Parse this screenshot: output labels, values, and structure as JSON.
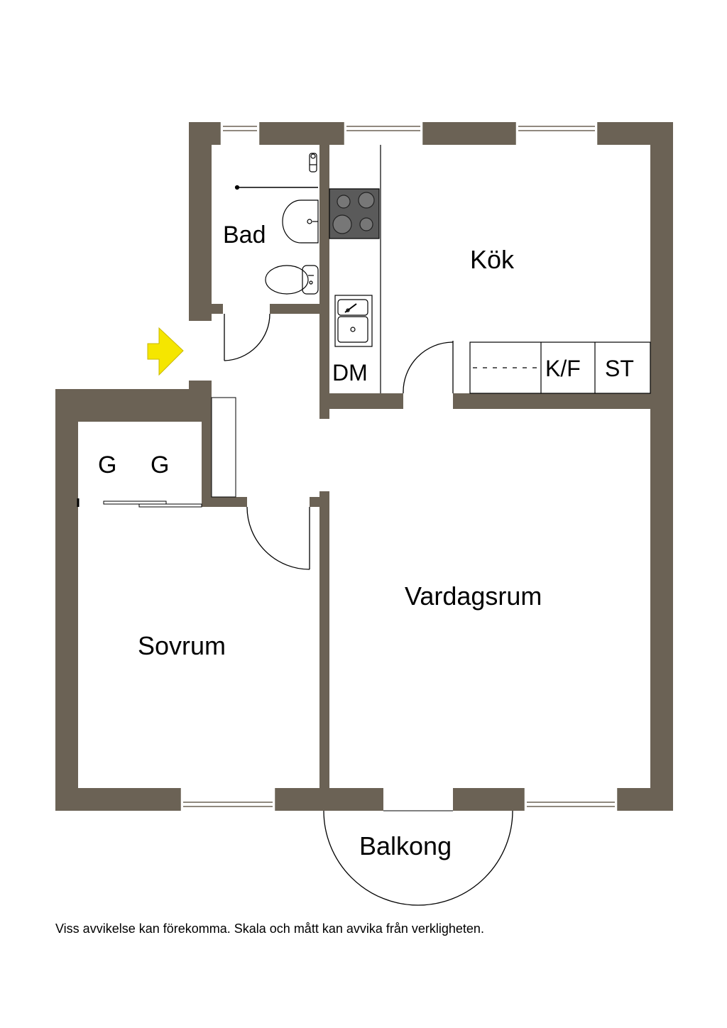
{
  "floorplan": {
    "rooms": {
      "bad": "Bad",
      "kok": "Kök",
      "dm": "DM",
      "kf": "K/F",
      "st": "ST",
      "g1": "G",
      "g2": "G",
      "vardagsrum": "Vardagsrum",
      "sovrum": "Sovrum",
      "balkong": "Balkong"
    },
    "colors": {
      "wall": "#6b6255",
      "entrance_arrow": "#f5e600",
      "stove": "#5a5a5a"
    }
  },
  "disclaimer": "Viss avvikelse kan förekomma. Skala och mått kan avvika från verkligheten."
}
